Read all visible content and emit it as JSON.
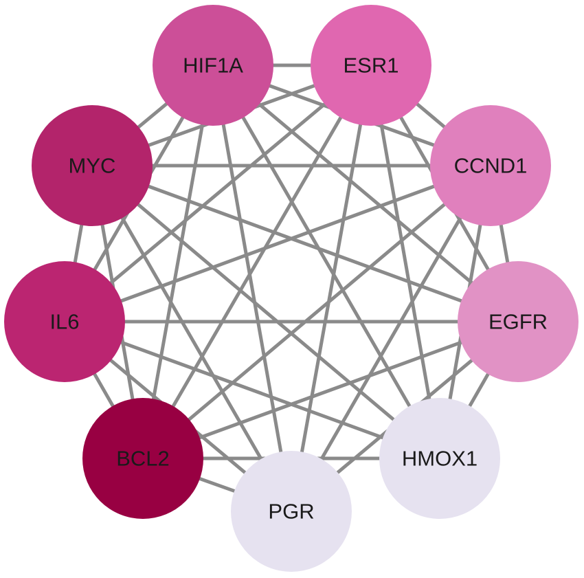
{
  "network": {
    "nodes": [
      {
        "id": "HIF1A",
        "label": "HIF1A",
        "color": "#cc4f98"
      },
      {
        "id": "ESR1",
        "label": "ESR1",
        "color": "#e067b0"
      },
      {
        "id": "CCND1",
        "label": "CCND1",
        "color": "#e080bd"
      },
      {
        "id": "EGFR",
        "label": "EGFR",
        "color": "#e192c5"
      },
      {
        "id": "HMOX1",
        "label": "HMOX1",
        "color": "#e6e2f0"
      },
      {
        "id": "PGR",
        "label": "PGR",
        "color": "#e6e2f0"
      },
      {
        "id": "BCL2",
        "label": "BCL2",
        "color": "#980042"
      },
      {
        "id": "IL6",
        "label": "IL6",
        "color": "#bb2571"
      },
      {
        "id": "MYC",
        "label": "MYC",
        "color": "#b3246b"
      }
    ],
    "edges": [
      [
        "HIF1A",
        "ESR1"
      ],
      [
        "HIF1A",
        "CCND1"
      ],
      [
        "HIF1A",
        "EGFR"
      ],
      [
        "HIF1A",
        "HMOX1"
      ],
      [
        "HIF1A",
        "PGR"
      ],
      [
        "HIF1A",
        "BCL2"
      ],
      [
        "HIF1A",
        "IL6"
      ],
      [
        "HIF1A",
        "MYC"
      ],
      [
        "ESR1",
        "CCND1"
      ],
      [
        "ESR1",
        "EGFR"
      ],
      [
        "ESR1",
        "HMOX1"
      ],
      [
        "ESR1",
        "PGR"
      ],
      [
        "ESR1",
        "BCL2"
      ],
      [
        "ESR1",
        "IL6"
      ],
      [
        "ESR1",
        "MYC"
      ],
      [
        "CCND1",
        "EGFR"
      ],
      [
        "CCND1",
        "HMOX1"
      ],
      [
        "CCND1",
        "PGR"
      ],
      [
        "CCND1",
        "BCL2"
      ],
      [
        "CCND1",
        "IL6"
      ],
      [
        "CCND1",
        "MYC"
      ],
      [
        "EGFR",
        "HMOX1"
      ],
      [
        "EGFR",
        "PGR"
      ],
      [
        "EGFR",
        "BCL2"
      ],
      [
        "EGFR",
        "IL6"
      ],
      [
        "EGFR",
        "MYC"
      ],
      [
        "HMOX1",
        "BCL2"
      ],
      [
        "HMOX1",
        "IL6"
      ],
      [
        "HMOX1",
        "MYC"
      ],
      [
        "PGR",
        "BCL2"
      ],
      [
        "PGR",
        "IL6"
      ],
      [
        "PGR",
        "MYC"
      ],
      [
        "BCL2",
        "IL6"
      ],
      [
        "BCL2",
        "MYC"
      ],
      [
        "IL6",
        "MYC"
      ]
    ]
  }
}
